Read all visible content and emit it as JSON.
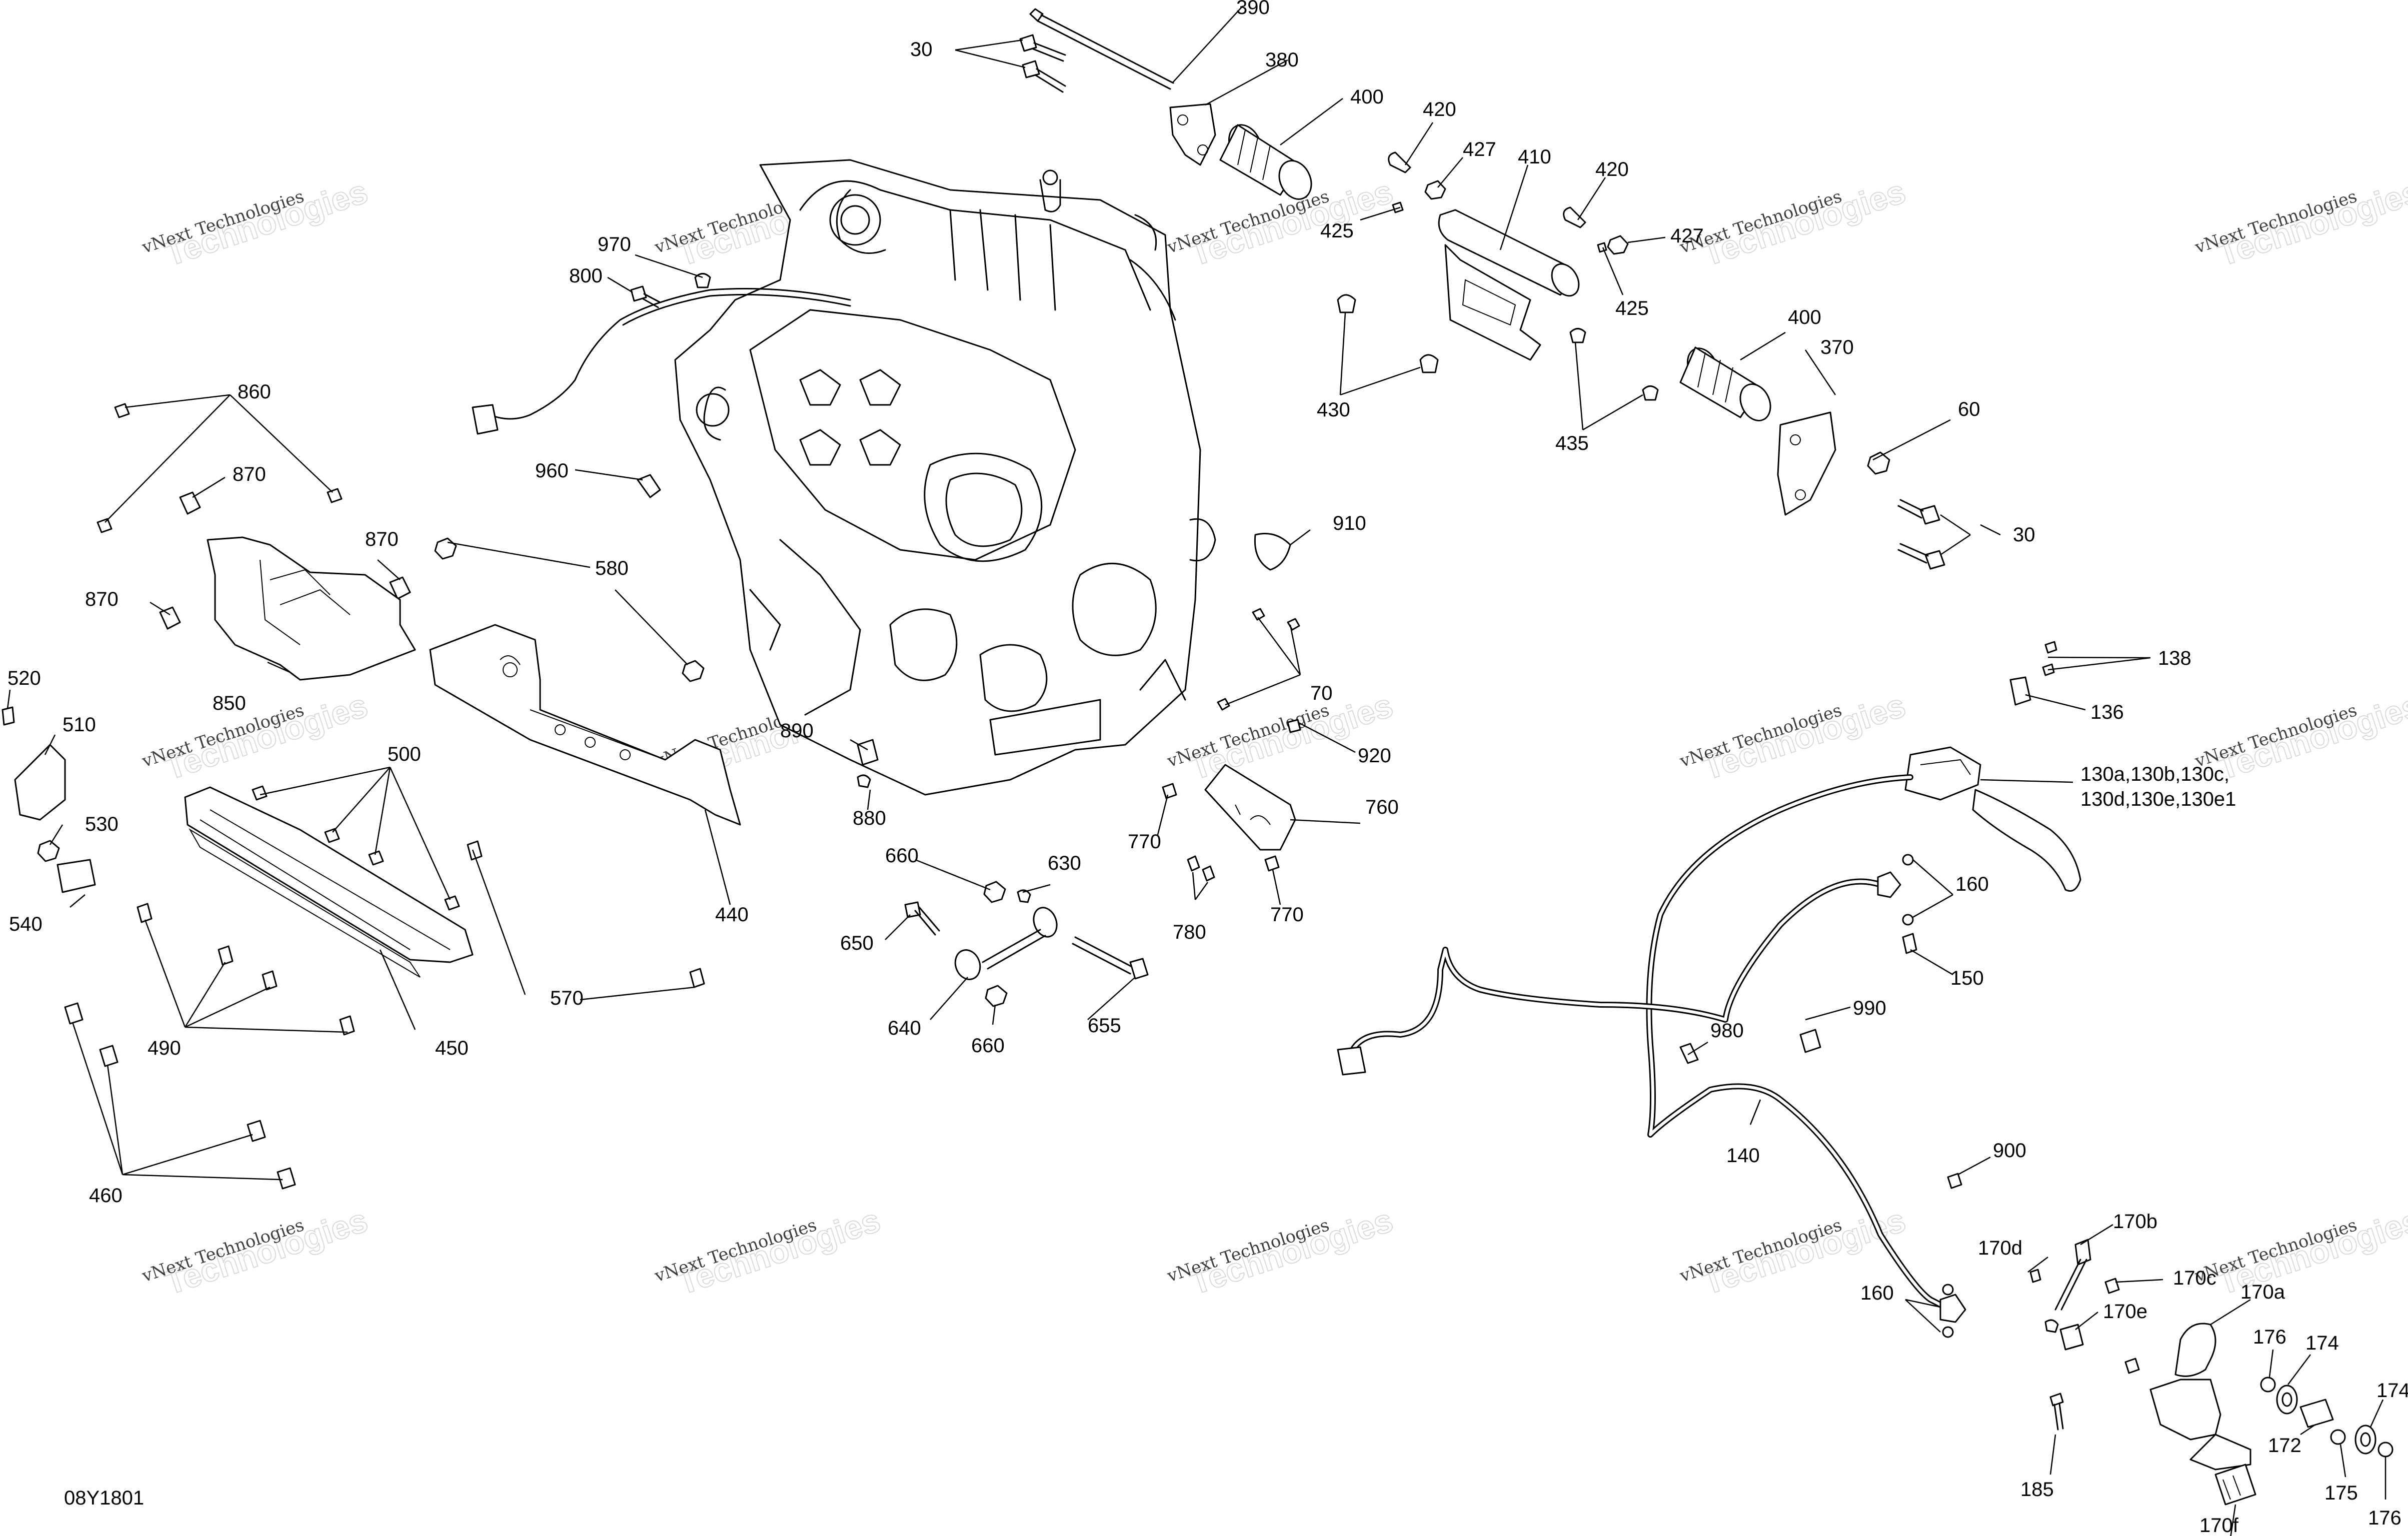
{
  "diagram_code": "08Y1801",
  "watermark": {
    "line1": "vNext Technologies",
    "line2": "Technologies"
  },
  "callouts": {
    "c390": "390",
    "c30_top": "30",
    "c380": "380",
    "c400_top": "400",
    "c420_a": "420",
    "c427_a": "427",
    "c410": "410",
    "c420_b": "420",
    "c425_a": "425",
    "c427_b": "427",
    "c425_b": "425",
    "c970": "970",
    "c800": "800",
    "c430": "430",
    "c400_mid": "400",
    "c370": "370",
    "c435": "435",
    "c60": "60",
    "c860": "860",
    "c870_a": "870",
    "c960": "960",
    "c870_b": "870",
    "c580": "580",
    "c30_right": "30",
    "c910": "910",
    "c870_c": "870",
    "c850": "850",
    "c70": "70",
    "c520": "520",
    "c138": "138",
    "c136": "136",
    "c510": "510",
    "c500": "500",
    "c890": "890",
    "c920": "920",
    "c880": "880",
    "c130_line1": "130a,130b,130c,",
    "c130_line2": "130d,130e,130e1",
    "c760": "760",
    "c530": "530",
    "c660_a": "660",
    "c630": "630",
    "c770_a": "770",
    "c540": "540",
    "c440": "440",
    "c160_a": "160",
    "c770_b": "770",
    "c780": "780",
    "c650": "650",
    "c570": "570",
    "c150": "150",
    "c640": "640",
    "c655": "655",
    "c990": "990",
    "c490": "490",
    "c450": "450",
    "c660_b": "660",
    "c980": "980",
    "c140": "140",
    "c900": "900",
    "c460": "460",
    "c170b": "170b",
    "c170d": "170d",
    "c170c": "170c",
    "c170e": "170e",
    "c160_b": "160",
    "c170a": "170a",
    "c176_a": "176",
    "c174_a": "174",
    "c174_b": "174",
    "c185": "185",
    "c172": "172",
    "c175": "175",
    "c176_b": "176",
    "c170f": "170f"
  }
}
